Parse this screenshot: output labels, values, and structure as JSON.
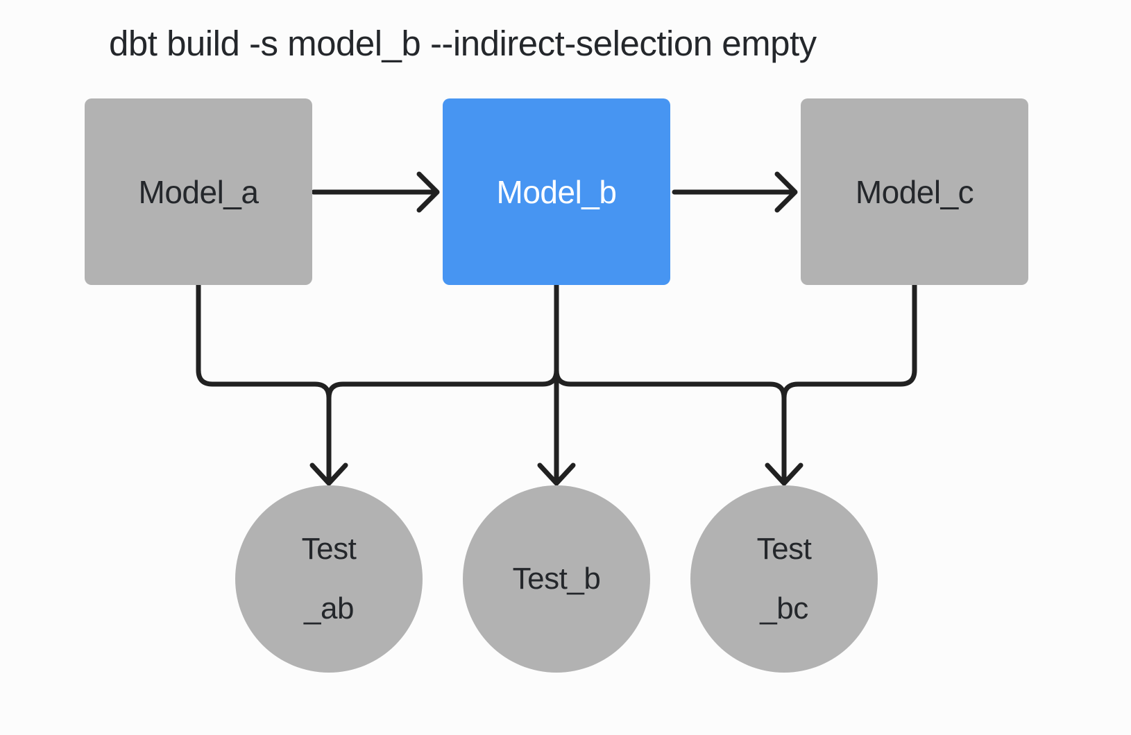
{
  "title": "dbt build -s model_b --indirect-selection empty",
  "colors": {
    "background": "#fcfcfc",
    "selected": "#4795f2",
    "unselected": "#b2b2b2",
    "edge": "#212121",
    "text_dark": "#24272b",
    "text_light": "#ffffff"
  },
  "nodes": {
    "model_a": {
      "label": "Model_a",
      "type": "model",
      "state": "unselected"
    },
    "model_b": {
      "label": "Model_b",
      "type": "model",
      "state": "selected"
    },
    "model_c": {
      "label": "Model_c",
      "type": "model",
      "state": "unselected"
    },
    "test_ab": {
      "label_line1": "Test",
      "label_line2": "_ab",
      "type": "test",
      "state": "unselected"
    },
    "test_b": {
      "label": "Test_b",
      "type": "test",
      "state": "unselected"
    },
    "test_bc": {
      "label_line1": "Test",
      "label_line2": "_bc",
      "type": "test",
      "state": "unselected"
    }
  },
  "edges": [
    {
      "from": "model_a",
      "to": "model_b"
    },
    {
      "from": "model_b",
      "to": "model_c"
    },
    {
      "from": "model_a",
      "to": "test_ab"
    },
    {
      "from": "model_b",
      "to": "test_ab"
    },
    {
      "from": "model_b",
      "to": "test_b"
    },
    {
      "from": "model_b",
      "to": "test_bc"
    },
    {
      "from": "model_c",
      "to": "test_bc"
    }
  ]
}
